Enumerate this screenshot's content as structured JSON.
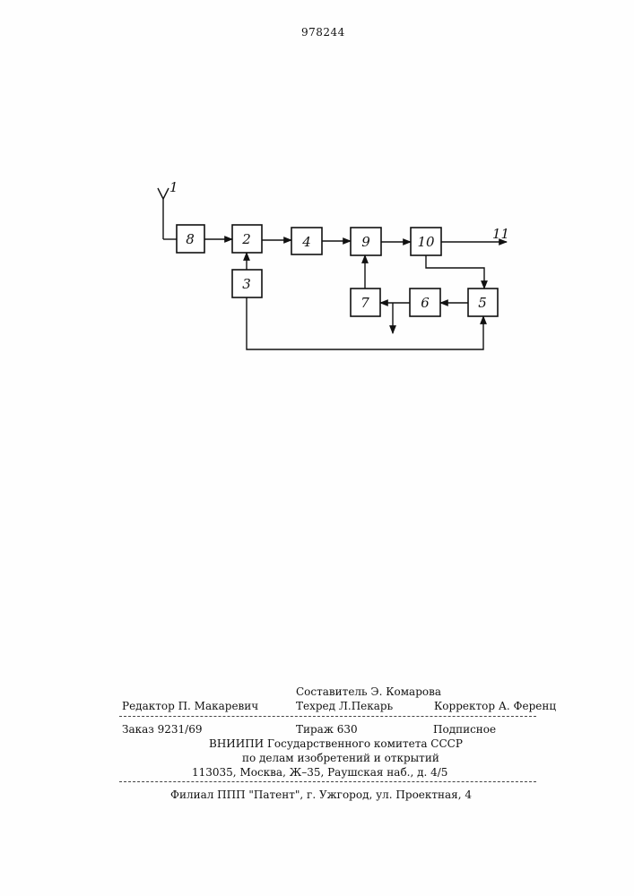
{
  "header": {
    "patent_number": "978244"
  },
  "diagram": {
    "antenna_label": "1",
    "output_label": "11",
    "blocks": [
      {
        "id": "b8",
        "label": "8"
      },
      {
        "id": "b2",
        "label": "2"
      },
      {
        "id": "b4",
        "label": "4"
      },
      {
        "id": "b9",
        "label": "9"
      },
      {
        "id": "b10",
        "label": "10"
      },
      {
        "id": "b3",
        "label": "3"
      },
      {
        "id": "b7",
        "label": "7"
      },
      {
        "id": "b6",
        "label": "6"
      },
      {
        "id": "b5",
        "label": "5"
      }
    ]
  },
  "footer": {
    "compiler": "Составитель Э. Комарова",
    "editor": "Редактор П. Макаревич",
    "techred": "Техред Л.Пекарь",
    "corrector": "Корректор А. Ференц",
    "order": "Заказ 9231/69",
    "circulation": "Тираж 630",
    "subscription": "Подписное",
    "org_line1": "ВНИИПИ Государственного комитета СССР",
    "org_line2": "по делам изобретений и открытий",
    "org_address": "113035, Москва, Ж–35, Раушская наб., д. 4/5",
    "branch": "Филиал ППП \"Патент\", г. Ужгород, ул. Проектная, 4"
  }
}
